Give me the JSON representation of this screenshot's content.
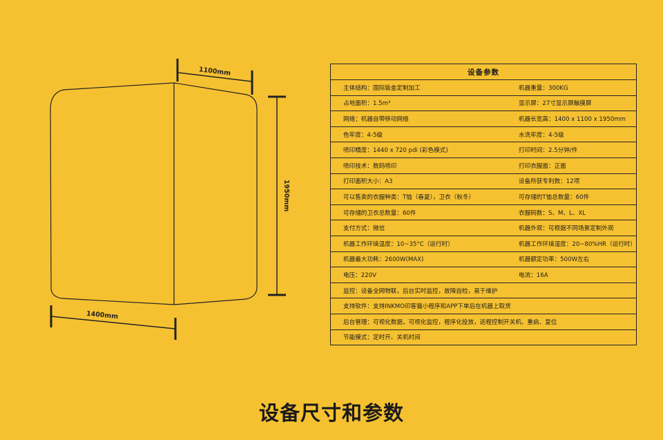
{
  "diagram": {
    "width_label": "1100mm",
    "height_label": "1950mm",
    "depth_label": "1400mm"
  },
  "spec_table": {
    "title": "设备参数",
    "rows": [
      [
        "主体结构：国际钣金定制加工",
        "机器重量：300KG"
      ],
      [
        "占地面积：1.5m³",
        "显示屏：27寸显示屏触摸屏"
      ],
      [
        "网络：机器自带移动网络",
        "机器长宽高：1400 x 1100 x 1950mm"
      ],
      [
        "色牢度：4-5级",
        "水洗牢度：4-5级"
      ],
      [
        "喷印精度：1440 x 720 pdi (彩色模式)",
        "打印时间：2.5分钟/件"
      ],
      [
        "喷印技术：数码喷印",
        "打印衣服面：正面"
      ],
      [
        "打印面积大小：A3",
        "设备所获专利数：12项"
      ],
      [
        "可以售卖的衣服种类：T恤（春夏），卫衣（秋冬）",
        "可存储的T恤总数量：60件"
      ],
      [
        "可存储的卫衣总数量：60件",
        "衣服码数：S、M、L、XL"
      ],
      [
        "支付方式：微信",
        "机器外观：可根据不同场景定制外观"
      ],
      [
        "机器工作环境温度：10~35°C（运行时）",
        "机器工作环境湿度：20~80%HR（运行时）"
      ],
      [
        "机器最大功耗：2600W(MAX)",
        "机器额定功率：500W左右"
      ],
      [
        "电压：220V",
        "电流：16A"
      ]
    ],
    "full_rows": [
      "监控：设备全网物联，后台实时监控，故障自检，易于维护",
      "支持软件：支持INKMO印客猫小程序和APP下单后在机器上取货",
      "后台管理：可视化数据，可视化监控，程序化投放，远程控制开关机、重启、复位",
      "节能模式：定时开、关机时间"
    ]
  },
  "caption": "设备尺寸和参数"
}
